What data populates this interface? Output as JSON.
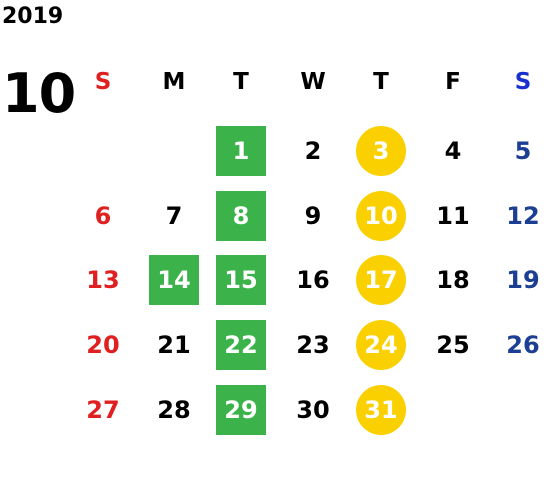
{
  "year": "2019",
  "month": "10",
  "weekdays": [
    "S",
    "M",
    "T",
    "W",
    "T",
    "F",
    "S"
  ],
  "colors": {
    "sunday": "#e02020",
    "saturday_header": "#1a2fd0",
    "saturday": "#1c3f94",
    "green_highlight": "#3cb34a",
    "yellow_highlight": "#fbd000",
    "default": "#000000"
  },
  "weeks": [
    [
      null,
      null,
      {
        "d": "1",
        "h": "green"
      },
      {
        "d": "2"
      },
      {
        "d": "3",
        "h": "yellow"
      },
      {
        "d": "4"
      },
      {
        "d": "5"
      }
    ],
    [
      {
        "d": "6"
      },
      {
        "d": "7"
      },
      {
        "d": "8",
        "h": "green"
      },
      {
        "d": "9"
      },
      {
        "d": "10",
        "h": "yellow"
      },
      {
        "d": "11"
      },
      {
        "d": "12"
      }
    ],
    [
      {
        "d": "13"
      },
      {
        "d": "14",
        "h": "green"
      },
      {
        "d": "15",
        "h": "green"
      },
      {
        "d": "16"
      },
      {
        "d": "17",
        "h": "yellow"
      },
      {
        "d": "18"
      },
      {
        "d": "19"
      }
    ],
    [
      {
        "d": "20"
      },
      {
        "d": "21"
      },
      {
        "d": "22",
        "h": "green"
      },
      {
        "d": "23"
      },
      {
        "d": "24",
        "h": "yellow"
      },
      {
        "d": "25"
      },
      {
        "d": "26"
      }
    ],
    [
      {
        "d": "27"
      },
      {
        "d": "28"
      },
      {
        "d": "29",
        "h": "green"
      },
      {
        "d": "30"
      },
      {
        "d": "31",
        "h": "yellow"
      },
      null,
      null
    ]
  ]
}
